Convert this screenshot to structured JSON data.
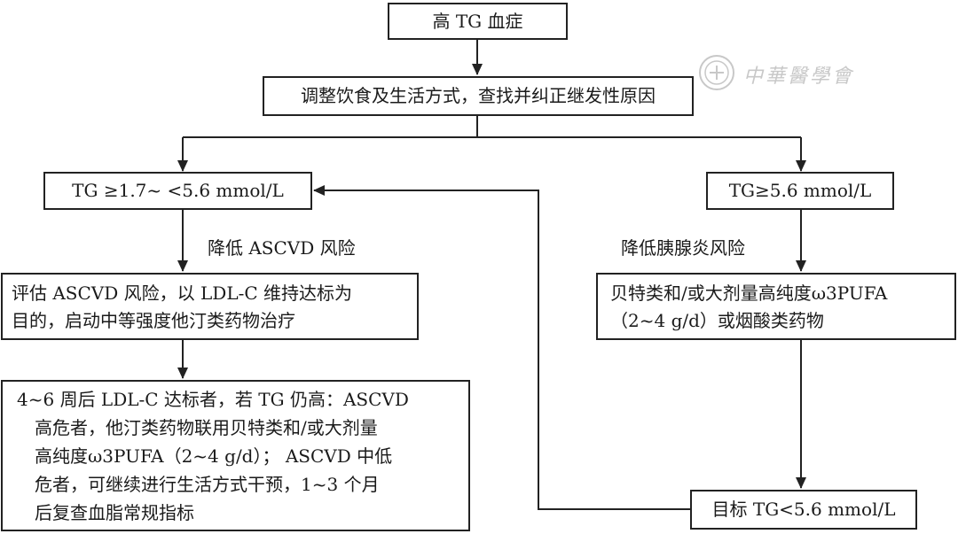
{
  "diagram": {
    "nodes": {
      "root": "高 TG 血症",
      "step1": "调整饮食及生活方式，查找并纠正继发性原因",
      "left_threshold": "TG ≥1.7~ <5.6 mmol/L",
      "right_threshold": "TG≥5.6 mmol/L",
      "left_treatment": [
        "评估 ASCVD 风险，以 LDL-C 维持达标为",
        "目的，启动中等强度他汀类药物治疗"
      ],
      "right_treatment": [
        "贝特类和/或大剂量高纯度ω3PUFA",
        "（2~4 g/d）或烟酸类药物"
      ],
      "left_followup": [
        "4~6 周后 LDL-C 达标者，若 TG 仍高：ASCVD",
        "高危者，他汀类药物联用贝特类和/或大剂量",
        "高纯度ω3PUFA（2~4 g/d）； ASCVD 中低",
        "危者，可继续进行生活方式干预，1~3 个月",
        "后复查血脂常规指标"
      ],
      "target": "目标 TG<5.6 mmol/L"
    },
    "edge_labels": {
      "left": "降低 ASCVD 风险",
      "right": "降低胰腺炎风险"
    }
  },
  "watermark": {
    "text": "中華醫學會",
    "icon": "seal-icon"
  },
  "colors": {
    "stroke": "#222222",
    "text": "#1a1a1a",
    "watermark": "#c8c8c8"
  }
}
